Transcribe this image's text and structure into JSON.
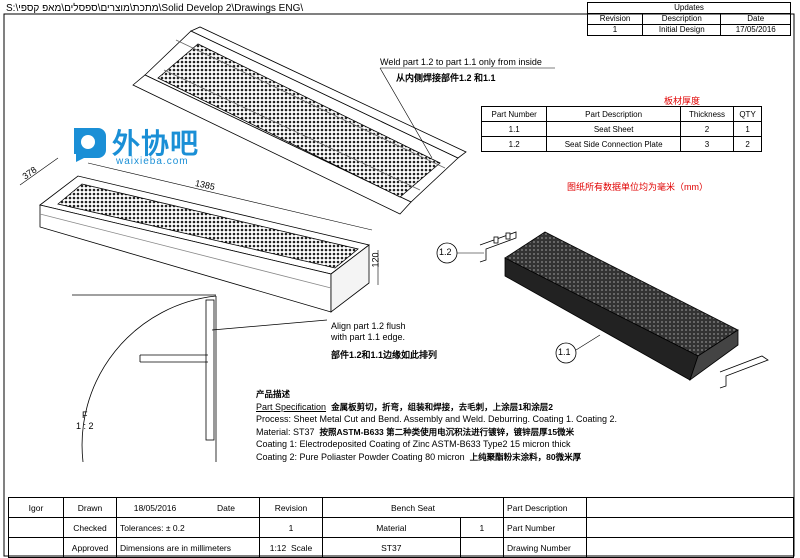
{
  "file_path": "S:\\מתכת\\מוצרים\\ספסלים\\מאפ קספי\\Solid Develop 2\\Drawings ENG\\",
  "updates": {
    "title": "Updates",
    "headers": [
      "Revision",
      "Description",
      "Date"
    ],
    "rows": [
      [
        "1",
        "Initial Design",
        "17/05/2016"
      ]
    ]
  },
  "watermark": {
    "name": "外协吧",
    "url": "waixieba.com"
  },
  "notes": {
    "weld_en": "Weld part 1.2 to part 1.1 only from inside",
    "weld_cn": "从内侧焊接部件1.2 和1.1",
    "thickness_cn": "板材厚度",
    "units_cn": "图纸所有数据单位均为毫米（mm）",
    "align_en_1": "Align part 1.2 flush",
    "align_en_2": "with part 1.1 edge.",
    "align_cn": "部件1.2和1.1边缘如此排列"
  },
  "parts_table": {
    "headers": [
      "Part Number",
      "Part Description",
      "Thickness",
      "QTY"
    ],
    "rows": [
      [
        "1.1",
        "Seat Sheet",
        "2",
        "1"
      ],
      [
        "1.2",
        "Seat Side Connection Plate",
        "3",
        "2"
      ]
    ]
  },
  "dimensions": {
    "width": "378",
    "length": "1385",
    "height": "120"
  },
  "balloons": {
    "b1": "1.2",
    "b2": "1.1"
  },
  "detail": {
    "label": "F",
    "scale": "1 : 2"
  },
  "spec": {
    "cn_title": "产品描述",
    "heading": "Part Specification",
    "heading_cn": "金属板剪切，折弯，组装和焊接，去毛刺，上涂层1和涂层2",
    "process": "Process: Sheet Metal Cut and Bend. Assembly and Weld. Deburring. Coating 1. Coating 2.",
    "material": "Material: ST37",
    "material_cn": "按照ASTM-B633 第二种类使用电沉积法进行镀锌，镀锌层厚15微米",
    "coating1": "Coating 1: Electrodeposited Coating of Zinc ASTM-B633 Type2 15 micron thick",
    "coating2": "Coating 2: Pure Poliaster Powder Coating 80 micron",
    "coating2_cn": "上纯聚酯粉末涂料，80微米厚"
  },
  "title_block": {
    "r1": [
      "Igor",
      "Drawn",
      "18/05/2016",
      "Date",
      "Revision",
      "Bench Seat",
      "Part Description"
    ],
    "r2": [
      "",
      "Checked",
      "Tolerances:  ± 0.2",
      "1",
      "Material",
      "1",
      "Part Number"
    ],
    "r3": [
      "",
      "Approved",
      "Dimensions are in millimeters",
      "1:12",
      "Scale",
      "ST37",
      "Drawing Number"
    ]
  },
  "colors": {
    "red_note": "#e00000",
    "logo_blue": "#1a8fd6"
  }
}
